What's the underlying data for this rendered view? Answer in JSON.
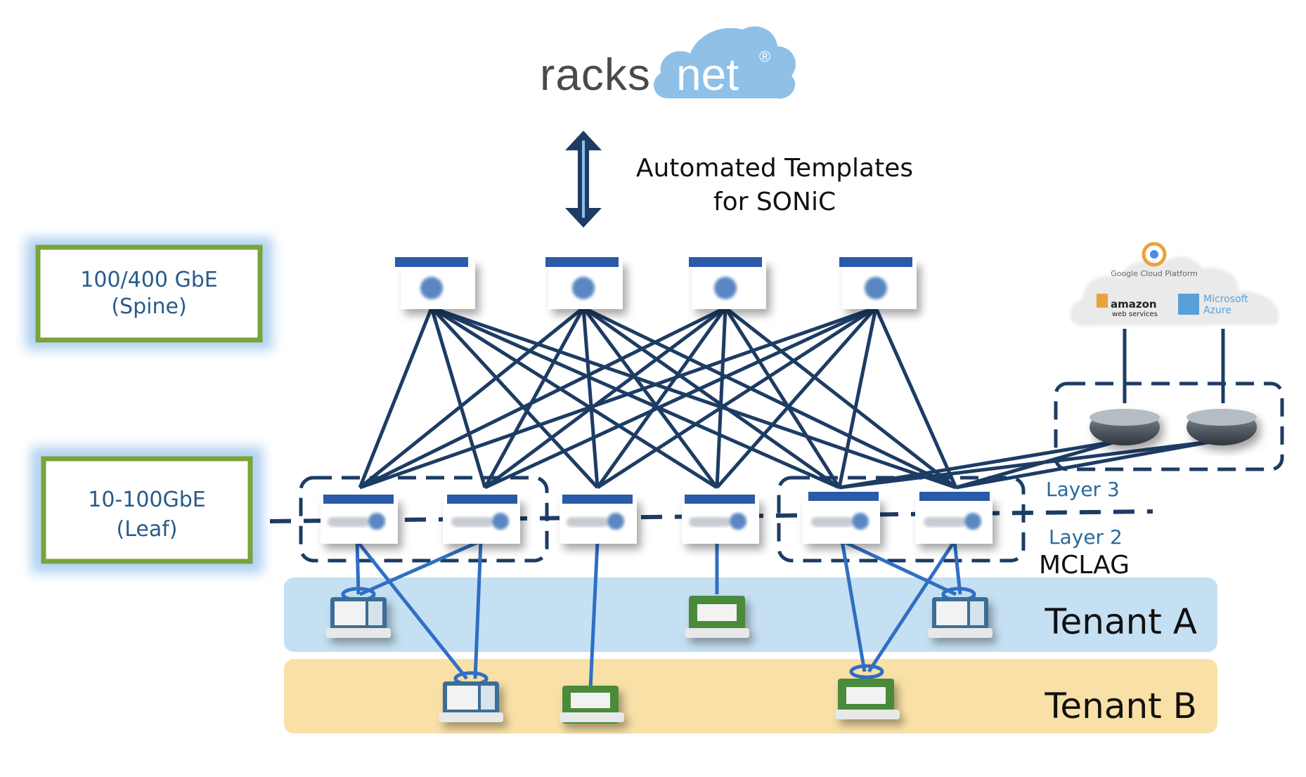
{
  "logo": {
    "part1": "racks",
    "part2": "net",
    "reg": "®"
  },
  "templates": {
    "line1": "Automated Templates",
    "line2": "for SONiC"
  },
  "tiers": {
    "spine": {
      "line1": "100/400 GbE",
      "line2": "(Spine)"
    },
    "leaf": {
      "line1": "10-100GbE",
      "line2": "(Leaf)"
    }
  },
  "layers": {
    "layer3": "Layer 3",
    "layer2": "Layer 2",
    "mclag": "MCLAG"
  },
  "tenants": {
    "a": "Tenant A",
    "b": "Tenant B"
  },
  "cloud": {
    "google": "Google Cloud Platform",
    "aws_line1": "amazon",
    "aws_line2": "web services",
    "azure_line1": "Microsoft",
    "azure_line2": "Azure"
  },
  "colors": {
    "link": "#1d3c64",
    "access_link": "#2f6fc4",
    "tier_border": "#7aa33a",
    "tier_glow": "#a9cdf0",
    "tenant_a": "#c5e0f2",
    "tenant_b": "#f9e0a6",
    "cloud_logo": "#8ec0e8",
    "switch_bar": "#2a5aa8"
  }
}
